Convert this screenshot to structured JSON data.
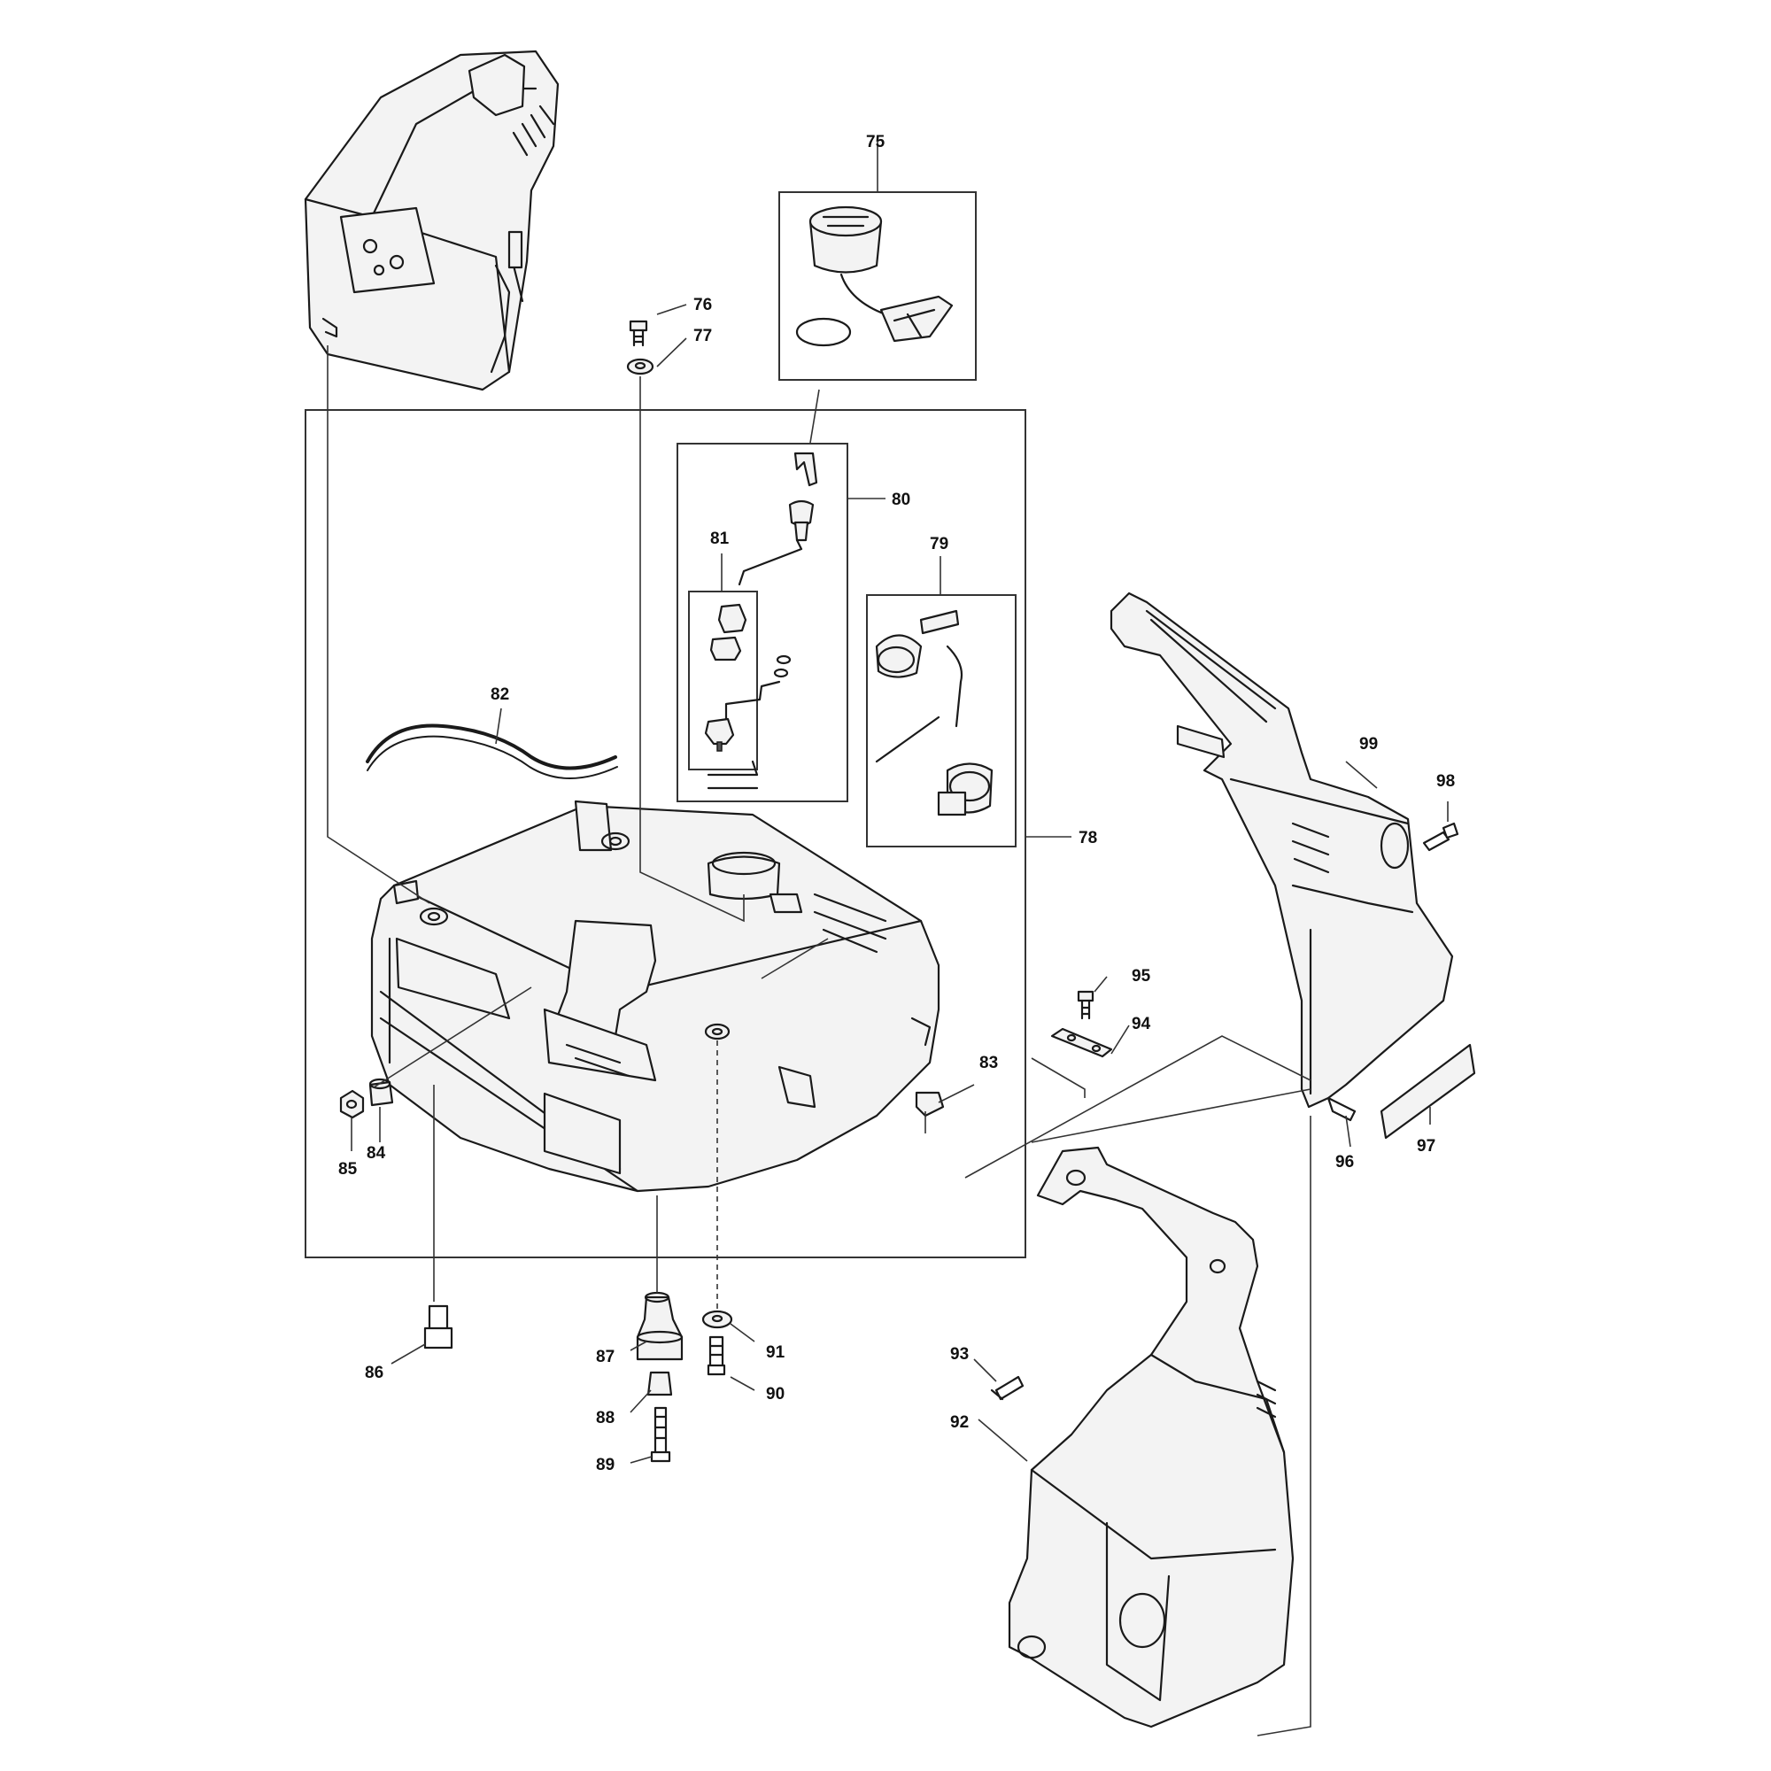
{
  "callouts": {
    "c75": "75",
    "c76": "76",
    "c77": "77",
    "c78": "78",
    "c79": "79",
    "c80": "80",
    "c81": "81",
    "c82": "82",
    "c83": "83",
    "c84": "84",
    "c85": "85",
    "c86": "86",
    "c87": "87",
    "c88": "88",
    "c89": "89",
    "c90": "90",
    "c91": "91",
    "c92": "92",
    "c93": "93",
    "c94": "94",
    "c95": "95",
    "c96": "96",
    "c97": "97",
    "c98": "98",
    "c99": "99"
  },
  "colors": {
    "line": "#1a1a1a",
    "fill": "#f3f3f3",
    "background": "#ffffff"
  }
}
